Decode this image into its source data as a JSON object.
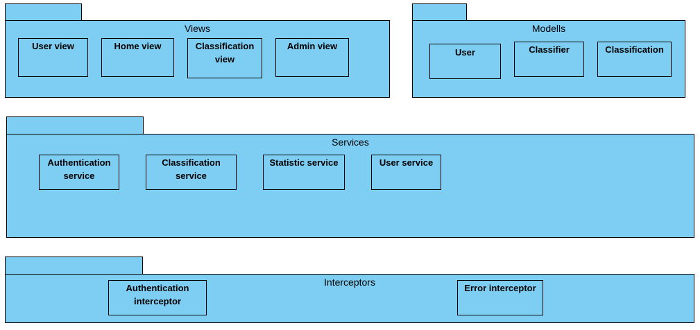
{
  "colors": {
    "fill": "#7ecef4",
    "stroke": "#000000",
    "background": "#ffffff"
  },
  "packages": {
    "views": {
      "title": "Views",
      "classes": [
        "User view",
        "Home view",
        "Classification view",
        "Admin view"
      ]
    },
    "modells": {
      "title": "Modells",
      "classes": [
        "User",
        "Classifier",
        "Classification"
      ]
    },
    "services": {
      "title": "Services",
      "classes": [
        "Authentication service",
        "Classification service",
        "Statistic service",
        "User service"
      ]
    },
    "interceptors": {
      "title": "Interceptors",
      "classes": [
        "Authentication interceptor",
        "Error interceptor"
      ]
    }
  }
}
